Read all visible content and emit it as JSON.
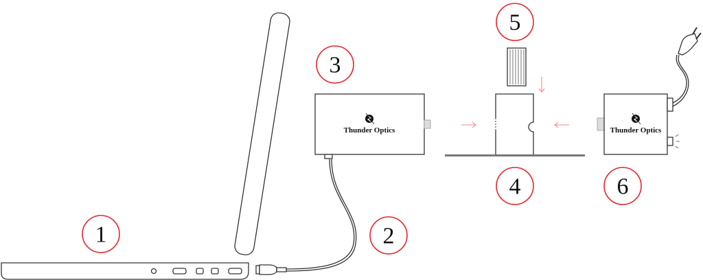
{
  "brand": {
    "name": "Thunder Optics"
  },
  "steps": [
    {
      "number": "1",
      "label_of": "laptop"
    },
    {
      "number": "2",
      "label_of": "usb-cable"
    },
    {
      "number": "3",
      "label_of": "spectrometer"
    },
    {
      "number": "4",
      "label_of": "cuvette-holder"
    },
    {
      "number": "5",
      "label_of": "cuvette"
    },
    {
      "number": "6",
      "label_of": "light-source"
    }
  ],
  "colors": {
    "accent": "#e3262b",
    "arrow": "#f08a8a",
    "line": "#333333"
  }
}
